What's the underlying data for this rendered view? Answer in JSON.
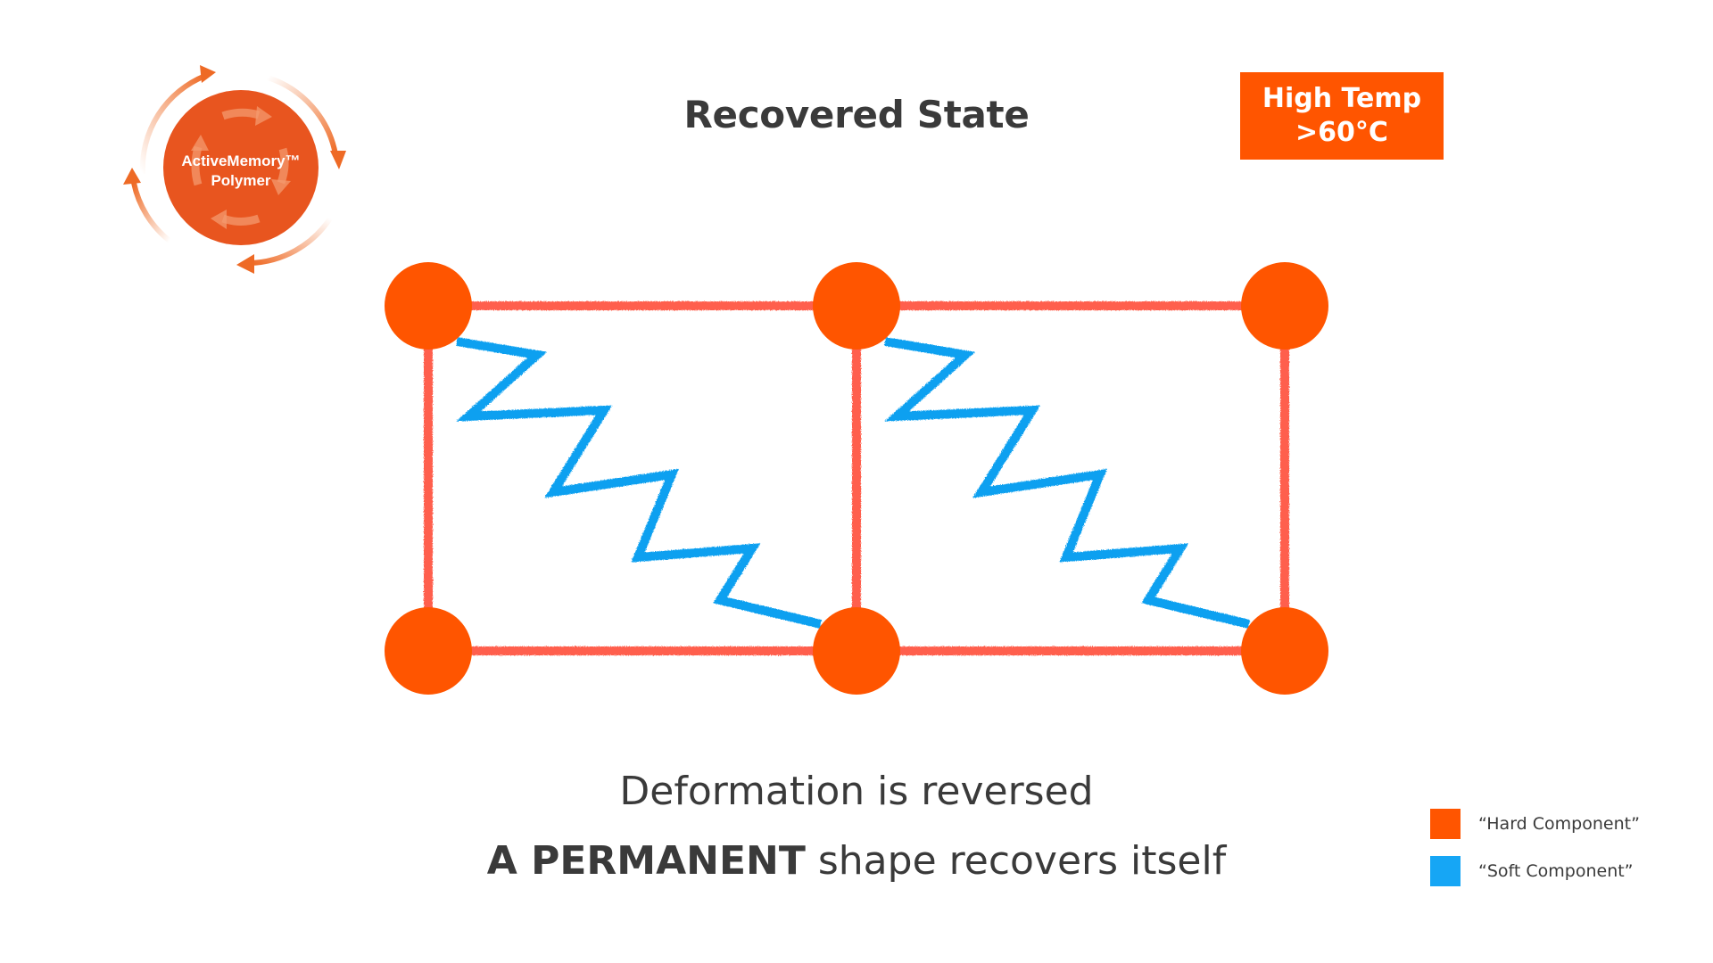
{
  "logo": {
    "line1": "ActiveMemory™",
    "line2": "Polymer",
    "color": "#e8551f"
  },
  "title": "Recovered State",
  "temperature_badge": {
    "line1": "High Temp",
    "line2": ">60°C",
    "color": "#ff5500"
  },
  "diagram": {
    "hard_color": "#ff5500",
    "link_color": "#ff5e4d",
    "soft_color": "#0aa0f0",
    "grid_columns": 3,
    "grid_rows": 2,
    "cells": 2
  },
  "caption": {
    "line1": "Deformation is reversed",
    "line2_bold": "A PERMANENT",
    "line2_rest": " shape recovers itself"
  },
  "legend": [
    {
      "label": "“Hard Component”",
      "color": "#ff5500"
    },
    {
      "label": "“Soft Component”",
      "color": "#16a6f5"
    }
  ]
}
